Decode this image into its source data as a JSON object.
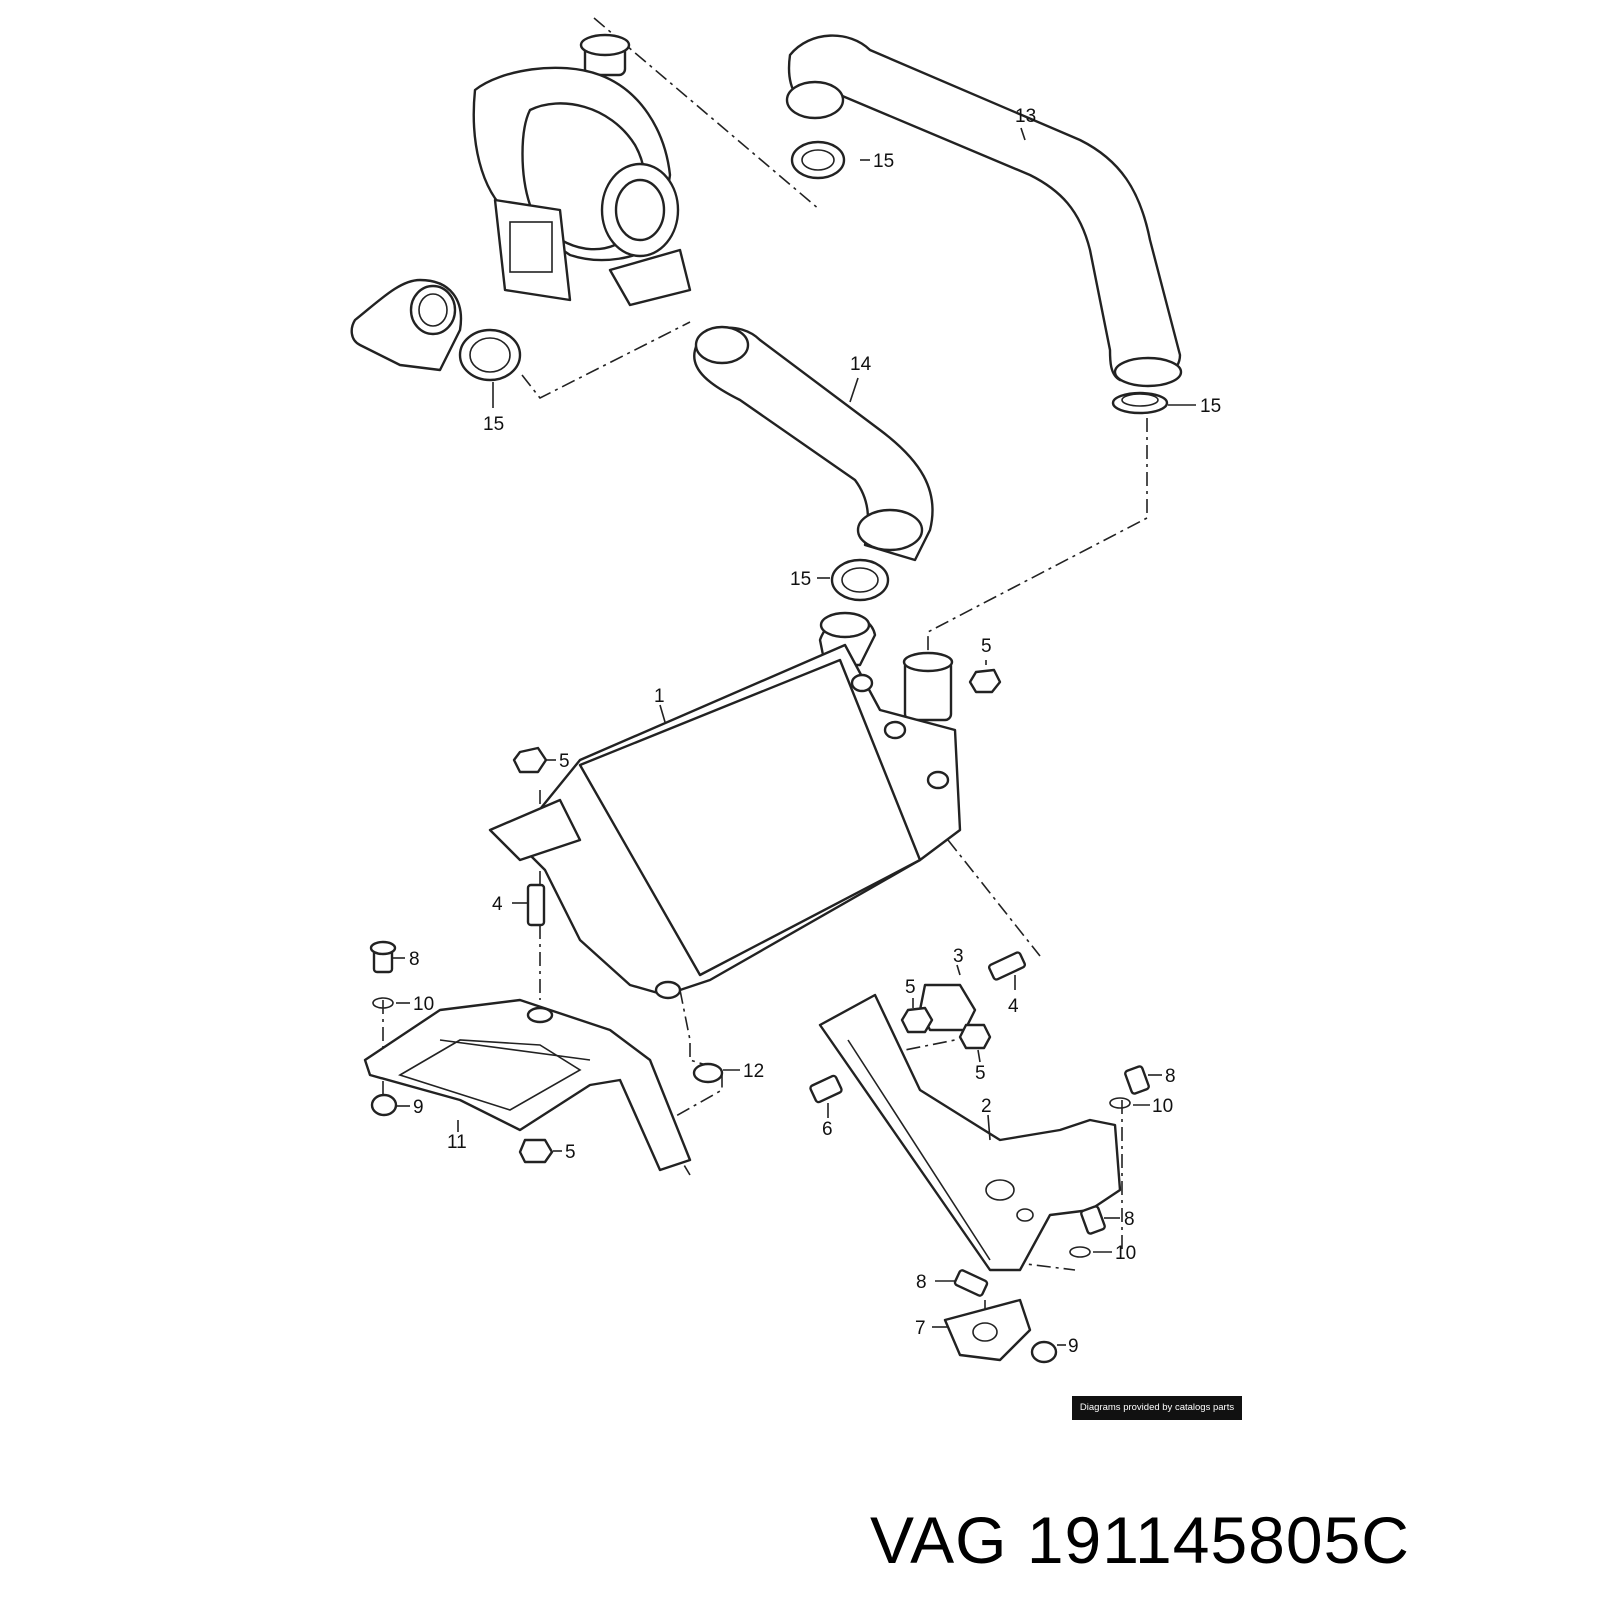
{
  "diagram": {
    "callouts": {
      "c1": "1",
      "c2": "2",
      "c3": "3",
      "c4a": "4",
      "c4b": "4",
      "c5a": "5",
      "c5b": "5",
      "c5c": "5",
      "c5d": "5",
      "c5e": "5",
      "c6": "6",
      "c7": "7",
      "c8a": "8",
      "c8b": "8",
      "c8c": "8",
      "c8d": "8",
      "c9a": "9",
      "c9b": "9",
      "c10a": "10",
      "c10b": "10",
      "c10c": "10",
      "c11": "11",
      "c12": "12",
      "c13": "13",
      "c14": "14",
      "c15a": "15",
      "c15b": "15",
      "c15c": "15",
      "c15d": "15"
    }
  },
  "footer": {
    "credit": "Diagrams provided by catalogs parts",
    "part_number": "VAG 191145805C"
  }
}
